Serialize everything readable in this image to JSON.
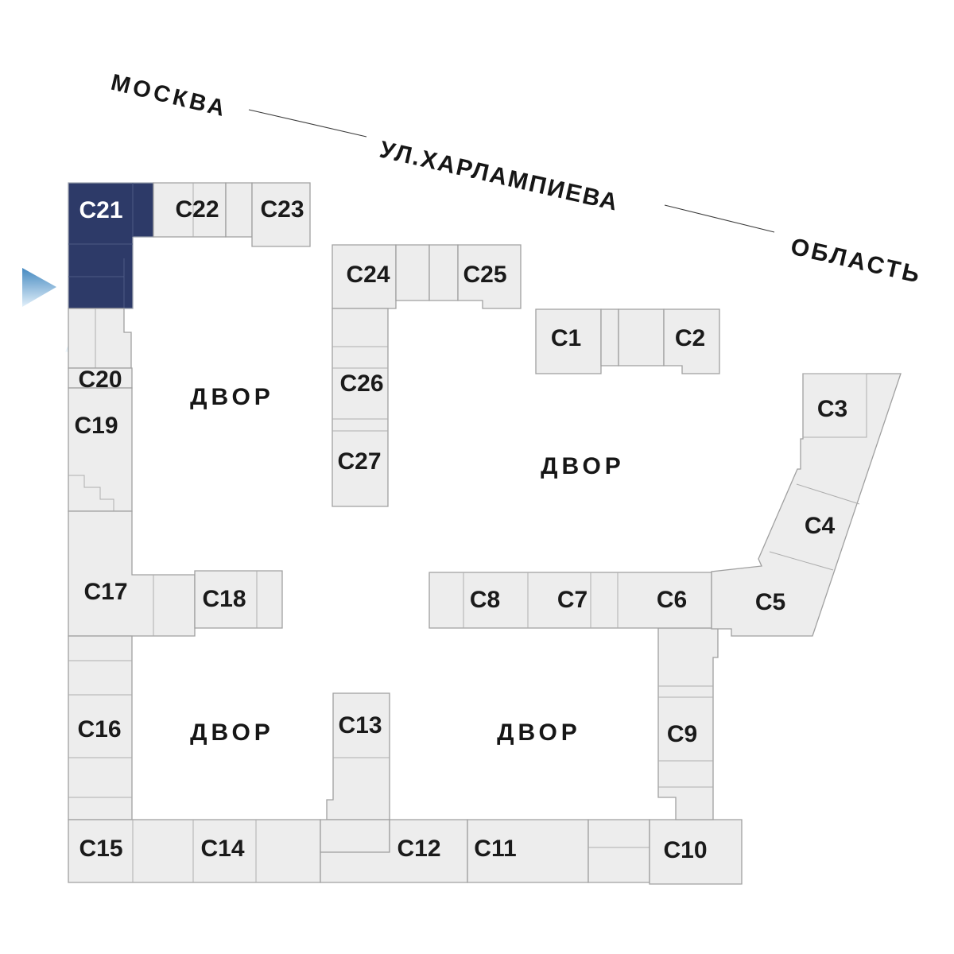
{
  "streets": {
    "city": "МОСКВА",
    "street": "УЛ.ХАРЛАМПИЕВА",
    "region": "ОБЛАСТЬ"
  },
  "courtyards": [
    "ДВОР",
    "ДВОР",
    "ДВОР",
    "ДВОР"
  ],
  "highlighted_building": "c21",
  "buildings": {
    "c1": {
      "label": "С1"
    },
    "c2": {
      "label": "С2"
    },
    "c3": {
      "label": "С3"
    },
    "c4": {
      "label": "С4"
    },
    "c5": {
      "label": "С5"
    },
    "c6": {
      "label": "С6"
    },
    "c7": {
      "label": "С7"
    },
    "c8": {
      "label": "С8"
    },
    "c9": {
      "label": "С9"
    },
    "c10": {
      "label": "С10"
    },
    "c11": {
      "label": "С11"
    },
    "c12": {
      "label": "С12"
    },
    "c13": {
      "label": "С13"
    },
    "c14": {
      "label": "С14"
    },
    "c15": {
      "label": "С15"
    },
    "c16": {
      "label": "С16"
    },
    "c17": {
      "label": "С17"
    },
    "c18": {
      "label": "С18"
    },
    "c19": {
      "label": "С19"
    },
    "c20": {
      "label": "С20"
    },
    "c21": {
      "label": "С21"
    },
    "c22": {
      "label": "С22"
    },
    "c23": {
      "label": "С23"
    },
    "c24": {
      "label": "С24"
    },
    "c25": {
      "label": "С25"
    },
    "c26": {
      "label": "С26"
    },
    "c27": {
      "label": "С27"
    }
  },
  "icons": {
    "selected_marker": "triangle-right",
    "entrance_marker": "triangle-up"
  },
  "colors": {
    "building_fill": "#ededed",
    "building_stroke": "#a0a0a0",
    "highlight": "#2d3a68",
    "highlight_label": "#ffffff",
    "label": "#1a1a1a",
    "arrow_blue": "#4a90c5"
  }
}
